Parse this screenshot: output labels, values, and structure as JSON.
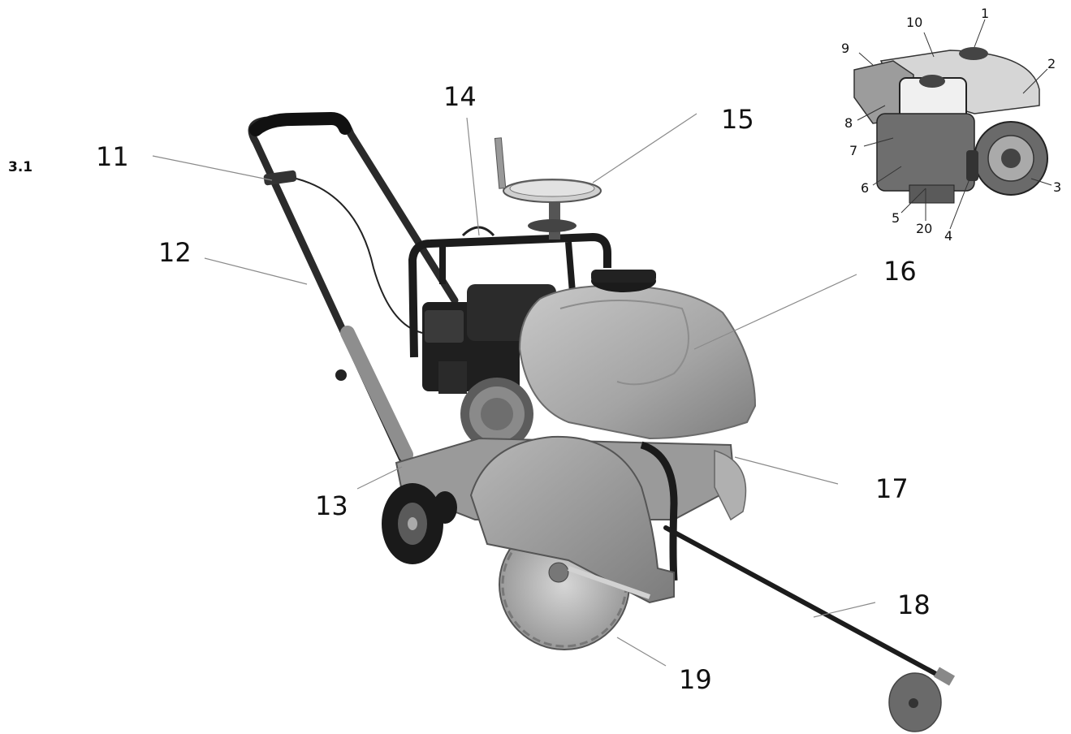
{
  "section_label": "3.1",
  "callouts_main": [
    {
      "id": "11",
      "text": "11"
    },
    {
      "id": "12",
      "text": "12"
    },
    {
      "id": "13",
      "text": "13"
    },
    {
      "id": "14",
      "text": "14"
    },
    {
      "id": "15",
      "text": "15"
    },
    {
      "id": "16",
      "text": "16"
    },
    {
      "id": "17",
      "text": "17"
    },
    {
      "id": "18",
      "text": "18"
    },
    {
      "id": "19",
      "text": "19"
    }
  ],
  "callouts_engine": [
    {
      "id": "1",
      "text": "1"
    },
    {
      "id": "2",
      "text": "2"
    },
    {
      "id": "3",
      "text": "3"
    },
    {
      "id": "4",
      "text": "4"
    },
    {
      "id": "5",
      "text": "5"
    },
    {
      "id": "6",
      "text": "6"
    },
    {
      "id": "7",
      "text": "7"
    },
    {
      "id": "8",
      "text": "8"
    },
    {
      "id": "9",
      "text": "9"
    },
    {
      "id": "10",
      "text": "10"
    },
    {
      "id": "20",
      "text": "20"
    }
  ]
}
